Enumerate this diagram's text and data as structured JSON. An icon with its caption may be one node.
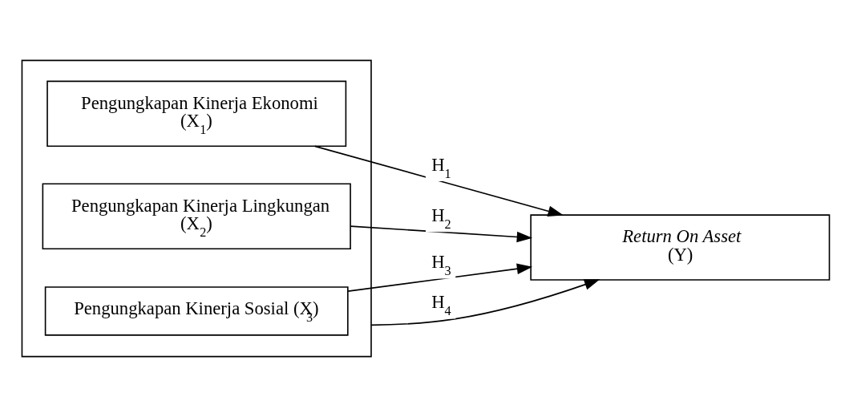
{
  "diagram": {
    "nodes": [
      {
        "text": [],
        "shape": "box"
      },
      {
        "text": [
          "Pengungkapan Kinerja Ekonomi",
          "(X$_{1}$)"
        ],
        "in": 0
      },
      {
        "text": [
          "Pengungkapan Kinerja Lingkungan",
          "(X$_{2}$)"
        ],
        "in": 0
      },
      {
        "text": [
          "Pengungkapan Kinerja Sosial (X$_{3}$)"
        ],
        "in": 0
      },
      {
        "text": [
          "Return On Asset",
          "(Y)"
        ]
      }
    ],
    "edges": [
      {
        "from": 1,
        "to": 4,
        "arrow": "to",
        "label": "H$_{1}$"
      },
      {
        "from": 2,
        "to": 4,
        "arrow": "to",
        "label": "H$_{2}$"
      },
      {
        "from": 3,
        "to": 4,
        "arrow": "to",
        "label": "H$_{3}$"
      },
      {
        "from": 0,
        "to": 4,
        "arrow": "to",
        "label": "H$_{4}$"
      }
    ]
  }
}
